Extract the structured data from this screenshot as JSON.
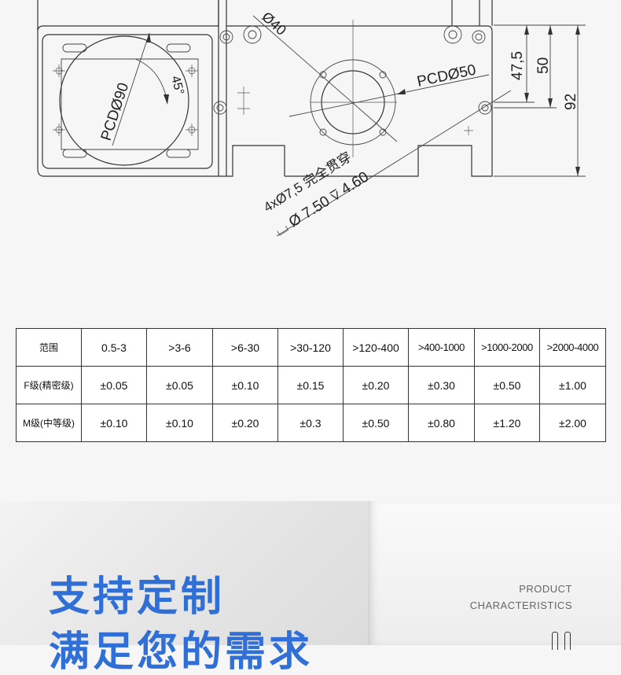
{
  "drawing": {
    "labels": {
      "pcd90": "PCDØ90",
      "angle45": "45°",
      "dia40": "Ø40",
      "pcd50": "PCDØ50",
      "dim475": "47,5",
      "dim50": "50",
      "dim92": "92",
      "hole_spec": "4xØ7,5 完全贯穿",
      "cbore_spec": "⌴ Ø 7.50 ⊽ 4.60"
    }
  },
  "tolerance_table": {
    "header_label": "范围",
    "ranges": [
      "0.5-3",
      ">3-6",
      ">6-30",
      ">30-120",
      ">120-400",
      ">400-1000",
      ">1000-2000",
      ">2000-4000"
    ],
    "rows": [
      {
        "label": "F级(精密级)",
        "values": [
          "±0.05",
          "±0.05",
          "±0.10",
          "±0.15",
          "±0.20",
          "±0.30",
          "±0.50",
          "±1.00"
        ]
      },
      {
        "label": "M级(中等级)",
        "values": [
          "±0.10",
          "±0.10",
          "±0.20",
          "±0.3",
          "±0.50",
          "±0.80",
          "±1.20",
          "±2.00"
        ]
      }
    ]
  },
  "banner": {
    "headline": "支持定制",
    "subline": "满足您的需求",
    "product_line1": "PRODUCT",
    "product_line2": "CHARACTERISTICS",
    "accent_color": "#2f6fd6"
  }
}
